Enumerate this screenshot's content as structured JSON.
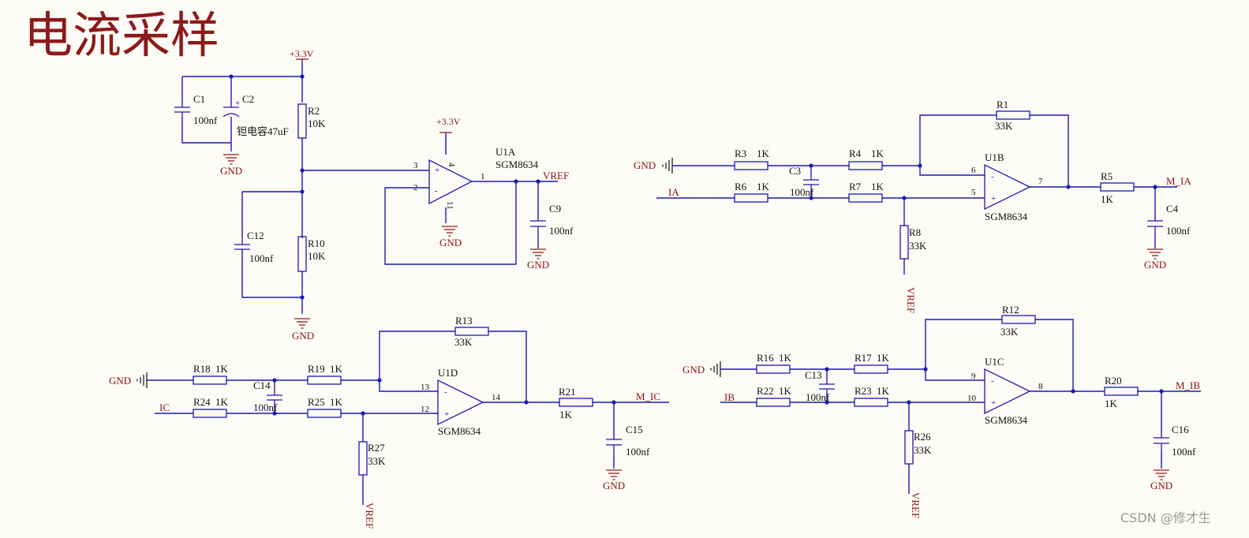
{
  "title": "电流采样",
  "watermark": "CSDN @修才生",
  "colors": {
    "wire": "#1a1ab4",
    "net": "#8b1010",
    "title": "#8b1a1a",
    "background": "#fdfbf5"
  },
  "nets": {
    "p33": "+3.3V",
    "gnd": "GND",
    "vref": "VREF",
    "ia": "IA",
    "ib": "IB",
    "ic": "IC",
    "mia": "M_IA",
    "mib": "M_IB",
    "mic": "M_IC"
  },
  "components": {
    "C1": {
      "ref": "C1",
      "value": "100nf"
    },
    "C2": {
      "ref": "C2",
      "value": "钽电容47uF"
    },
    "R2": {
      "ref": "R2",
      "value": "10K"
    },
    "R10": {
      "ref": "R10",
      "value": "10K"
    },
    "C12": {
      "ref": "C12",
      "value": "100nf"
    },
    "C9": {
      "ref": "C9",
      "value": "100nf"
    },
    "U1A": {
      "ref": "U1A",
      "value": "SGM8634"
    },
    "R1": {
      "ref": "R1",
      "value": "33K"
    },
    "R3": {
      "ref": "R3",
      "value": "1K"
    },
    "R4": {
      "ref": "R4",
      "value": "1K"
    },
    "R5": {
      "ref": "R5",
      "value": "1K"
    },
    "R6": {
      "ref": "R6",
      "value": "1K"
    },
    "R7": {
      "ref": "R7",
      "value": "1K"
    },
    "R8": {
      "ref": "R8",
      "value": "33K"
    },
    "C3": {
      "ref": "C3",
      "value": "100nf"
    },
    "C4": {
      "ref": "C4",
      "value": "100nf"
    },
    "U1B": {
      "ref": "U1B",
      "value": "SGM8634"
    },
    "R13": {
      "ref": "R13",
      "value": "33K"
    },
    "R18": {
      "ref": "R18",
      "value": "1K"
    },
    "R19": {
      "ref": "R19",
      "value": "1K"
    },
    "R24": {
      "ref": "R24",
      "value": "1K"
    },
    "R25": {
      "ref": "R25",
      "value": "1K"
    },
    "R27": {
      "ref": "R27",
      "value": "33K"
    },
    "R21": {
      "ref": "R21",
      "value": "1K"
    },
    "C14": {
      "ref": "C14",
      "value": "100nf"
    },
    "C15": {
      "ref": "C15",
      "value": "100nf"
    },
    "U1D": {
      "ref": "U1D",
      "value": "SGM8634"
    },
    "R12": {
      "ref": "R12",
      "value": "33K"
    },
    "R16": {
      "ref": "R16",
      "value": "1K"
    },
    "R17": {
      "ref": "R17",
      "value": "1K"
    },
    "R22": {
      "ref": "R22",
      "value": "1K"
    },
    "R23": {
      "ref": "R23",
      "value": "1K"
    },
    "R26": {
      "ref": "R26",
      "value": "33K"
    },
    "R20": {
      "ref": "R20",
      "value": "1K"
    },
    "C13": {
      "ref": "C13",
      "value": "100nf"
    },
    "C16": {
      "ref": "C16",
      "value": "100nf"
    },
    "U1C": {
      "ref": "U1C",
      "value": "SGM8634"
    }
  },
  "pins": {
    "u1a": {
      "p3": "3",
      "p2": "2",
      "p1": "1",
      "p4": "4",
      "p11": "11"
    },
    "u1b": {
      "p6": "6",
      "p5": "5",
      "p7": "7"
    },
    "u1d": {
      "p13": "13",
      "p12": "12",
      "p14": "14"
    },
    "u1c": {
      "p9": "9",
      "p10": "10",
      "p8": "8"
    }
  },
  "symbols": {
    "plus": "+",
    "minus": "-"
  }
}
